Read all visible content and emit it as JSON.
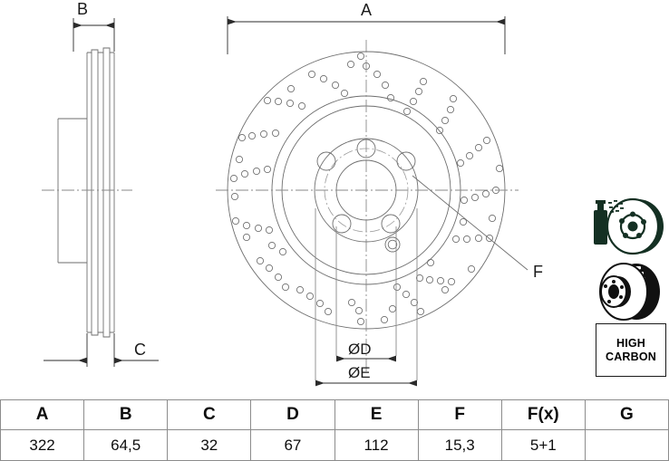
{
  "drawing": {
    "dimension_labels": {
      "A": "A",
      "B": "B",
      "C": "C",
      "D": "ØD",
      "E": "ØE",
      "F": "F"
    }
  },
  "icons": {
    "coating": "spray-coating-disc-icon",
    "vented": "vented-brake-disc-icon",
    "high_carbon": {
      "line1": "HIGH",
      "line2": "CARBON"
    }
  },
  "table": {
    "headers": [
      "A",
      "B",
      "C",
      "D",
      "E",
      "F",
      "F(x)",
      "G"
    ],
    "values": [
      "322",
      "64,5",
      "32",
      "67",
      "112",
      "15,3",
      "5+1",
      ""
    ]
  },
  "colors": {
    "line": "#6e6e6e",
    "line_dark": "#3a3a3a",
    "text": "#111111",
    "icon_dark": "#143023",
    "table_border": "#8c8c8c",
    "background": "#ffffff"
  }
}
